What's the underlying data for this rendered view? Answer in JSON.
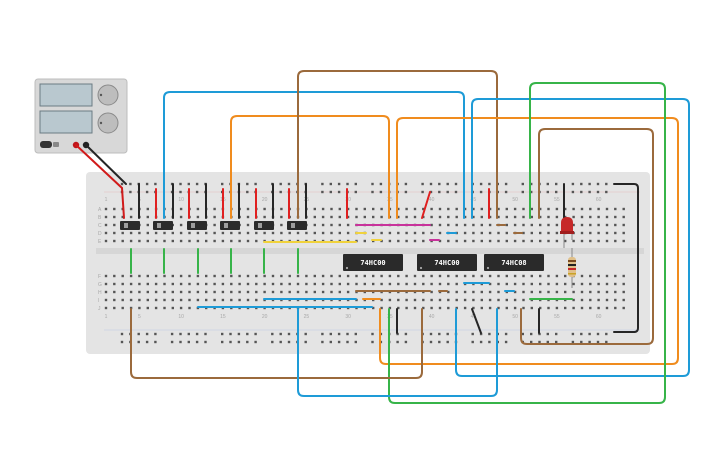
{
  "chips": [
    {
      "label": "74HC00"
    },
    {
      "label": "74HC00"
    },
    {
      "label": "74HC08"
    }
  ],
  "column_numbers": [
    "1",
    "5",
    "10",
    "15",
    "20",
    "25",
    "30",
    "35",
    "40",
    "45",
    "50",
    "55",
    "60"
  ],
  "row_letters_top": [
    "A",
    "B",
    "C",
    "D",
    "E"
  ],
  "row_letters_bottom": [
    "F",
    "G",
    "H",
    "I",
    "J"
  ],
  "components": {
    "power_supply": {
      "name": "DC power supply"
    },
    "switches": {
      "count": 6
    },
    "led": {
      "color": "#d32f2f"
    },
    "resistor": {
      "name": "resistor"
    }
  },
  "colors": {
    "breadboard": "#e6e6e6",
    "wire_blue": "#1e9bd7",
    "wire_orange": "#f08c1e",
    "wire_brown": "#9b6a3c",
    "wire_green": "#37b449",
    "wire_red": "#e02020",
    "wire_black": "#262626",
    "wire_yellow": "#f0d23c",
    "wire_magenta": "#c8329b"
  }
}
